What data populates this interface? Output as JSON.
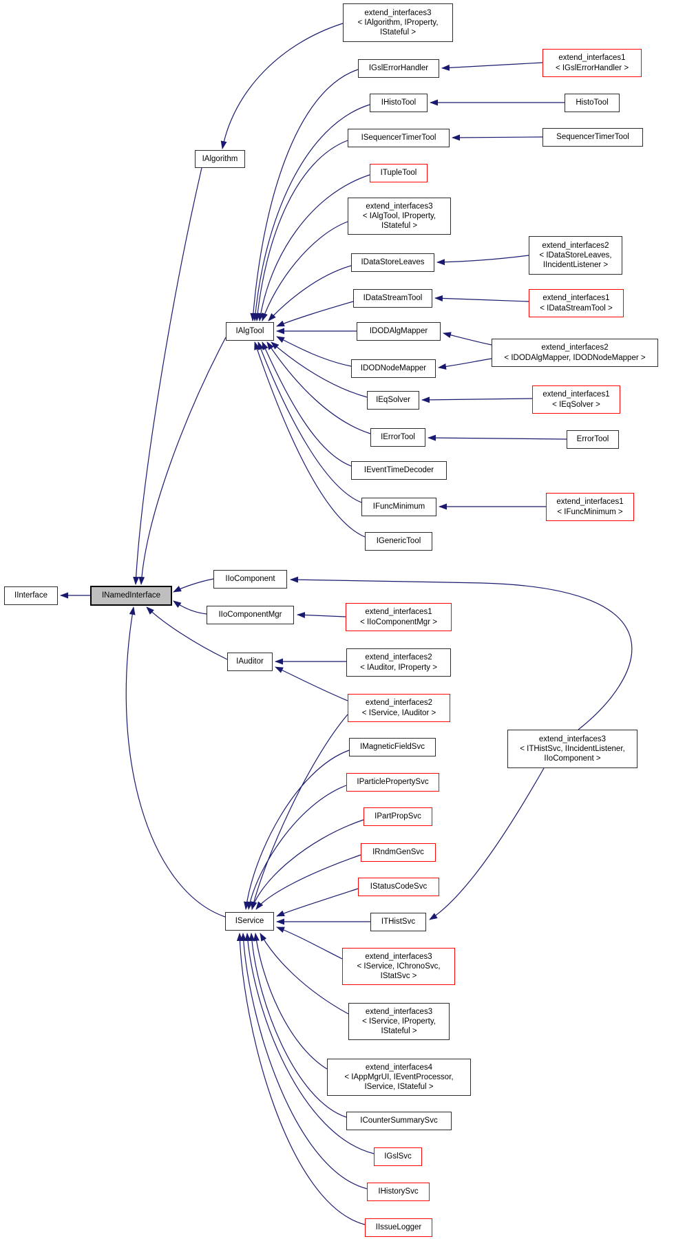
{
  "diagram": {
    "type": "class-inheritance-graph",
    "palette": {
      "edge_color": "#191970",
      "node_border": "#2b2b2b",
      "truncated_node_border": "#ff0000",
      "selected_node_fill": "#bfbfbf",
      "node_fill": "#ffffff",
      "text_color": "#000000"
    },
    "nodes": {
      "IInterface": {
        "label": "IInterface"
      },
      "INamedInterface": {
        "label": "INamedInterface"
      },
      "IAlgorithm": {
        "label": "IAlgorithm"
      },
      "IAlgTool": {
        "label": "IAlgTool"
      },
      "IIoComponent": {
        "label": "IIoComponent"
      },
      "IIoComponentMgr": {
        "label": "IIoComponentMgr"
      },
      "IAuditor": {
        "label": "IAuditor"
      },
      "IService": {
        "label": "IService"
      },
      "ei3_IAlgorithm": {
        "label": "extend_interfaces3\n< IAlgorithm, IProperty,\nIStateful >"
      },
      "IGslErrorHandler": {
        "label": "IGslErrorHandler"
      },
      "IHistoTool": {
        "label": "IHistoTool"
      },
      "ISequencerTimerTool": {
        "label": "ISequencerTimerTool"
      },
      "ITupleTool": {
        "label": "ITupleTool"
      },
      "ei3_IAlgTool": {
        "label": "extend_interfaces3\n< IAlgTool, IProperty,\nIStateful >"
      },
      "IDataStoreLeaves": {
        "label": "IDataStoreLeaves"
      },
      "IDataStreamTool": {
        "label": "IDataStreamTool"
      },
      "IDODAlgMapper": {
        "label": "IDODAlgMapper"
      },
      "IDODNodeMapper": {
        "label": "IDODNodeMapper"
      },
      "IEqSolver": {
        "label": "IEqSolver"
      },
      "IErrorTool": {
        "label": "IErrorTool"
      },
      "IEventTimeDecoder": {
        "label": "IEventTimeDecoder"
      },
      "IFuncMinimum": {
        "label": "IFuncMinimum"
      },
      "IGenericTool": {
        "label": "IGenericTool"
      },
      "ei1_IIoComponentMgr": {
        "label": "extend_interfaces1\n< IIoComponentMgr >"
      },
      "ei2_IAuditor_IProperty": {
        "label": "extend_interfaces2\n< IAuditor, IProperty >"
      },
      "ei2_IService_IAuditor": {
        "label": "extend_interfaces2\n< IService, IAuditor >"
      },
      "IMagneticFieldSvc": {
        "label": "IMagneticFieldSvc"
      },
      "IParticlePropertySvc": {
        "label": "IParticlePropertySvc"
      },
      "IPartPropSvc": {
        "label": "IPartPropSvc"
      },
      "IRndmGenSvc": {
        "label": "IRndmGenSvc"
      },
      "IStatusCodeSvc": {
        "label": "IStatusCodeSvc"
      },
      "ITHistSvc": {
        "label": "ITHistSvc"
      },
      "ei3_ITHistSvc": {
        "label": "extend_interfaces3\n< ITHistSvc, IIncidentListener,\nIIoComponent >"
      },
      "ei3_IService_IChronoSvc": {
        "label": "extend_interfaces3\n< IService, IChronoSvc,\nIStatSvc >"
      },
      "ei3_IService_IProperty": {
        "label": "extend_interfaces3\n< IService, IProperty,\nIStateful >"
      },
      "ei4_IAppMgrUI": {
        "label": "extend_interfaces4\n< IAppMgrUI, IEventProcessor,\nIService, IStateful >"
      },
      "ICounterSummarySvc": {
        "label": "ICounterSummarySvc"
      },
      "IGslSvc": {
        "label": "IGslSvc"
      },
      "IHistorySvc": {
        "label": "IHistorySvc"
      },
      "IIssueLogger": {
        "label": "IIssueLogger"
      },
      "ei1_IGslErrorHandler": {
        "label": "extend_interfaces1\n< IGslErrorHandler >"
      },
      "HistoTool": {
        "label": "HistoTool"
      },
      "SequencerTimerTool": {
        "label": "SequencerTimerTool"
      },
      "ei2_IDataStoreLeaves": {
        "label": "extend_interfaces2\n< IDataStoreLeaves,\nIIncidentListener >"
      },
      "ei1_IDataStreamTool": {
        "label": "extend_interfaces1\n< IDataStreamTool >"
      },
      "ei2_IDODAlgMapper": {
        "label": "extend_interfaces2\n< IDODAlgMapper, IDODNodeMapper >"
      },
      "ei1_IEqSolver": {
        "label": "extend_interfaces1\n< IEqSolver >"
      },
      "ErrorTool": {
        "label": "ErrorTool"
      },
      "ei1_IFuncMinimum": {
        "label": "extend_interfaces1\n< IFuncMinimum >"
      }
    },
    "edges": [
      {
        "from": "INamedInterface",
        "to": "IInterface"
      },
      {
        "from": "IAlgorithm",
        "to": "INamedInterface"
      },
      {
        "from": "IAlgTool",
        "to": "INamedInterface"
      },
      {
        "from": "IIoComponent",
        "to": "INamedInterface"
      },
      {
        "from": "IIoComponentMgr",
        "to": "INamedInterface"
      },
      {
        "from": "IAuditor",
        "to": "INamedInterface"
      },
      {
        "from": "IService",
        "to": "INamedInterface"
      },
      {
        "from": "ei3_IAlgorithm",
        "to": "IAlgorithm"
      },
      {
        "from": "IGslErrorHandler",
        "to": "IAlgTool"
      },
      {
        "from": "IHistoTool",
        "to": "IAlgTool"
      },
      {
        "from": "ISequencerTimerTool",
        "to": "IAlgTool"
      },
      {
        "from": "ITupleTool",
        "to": "IAlgTool"
      },
      {
        "from": "ei3_IAlgTool",
        "to": "IAlgTool"
      },
      {
        "from": "IDataStoreLeaves",
        "to": "IAlgTool"
      },
      {
        "from": "IDataStreamTool",
        "to": "IAlgTool"
      },
      {
        "from": "IDODAlgMapper",
        "to": "IAlgTool"
      },
      {
        "from": "IDODNodeMapper",
        "to": "IAlgTool"
      },
      {
        "from": "IEqSolver",
        "to": "IAlgTool"
      },
      {
        "from": "IErrorTool",
        "to": "IAlgTool"
      },
      {
        "from": "IEventTimeDecoder",
        "to": "IAlgTool"
      },
      {
        "from": "IFuncMinimum",
        "to": "IAlgTool"
      },
      {
        "from": "IGenericTool",
        "to": "IAlgTool"
      },
      {
        "from": "ei1_IGslErrorHandler",
        "to": "IGslErrorHandler"
      },
      {
        "from": "HistoTool",
        "to": "IHistoTool"
      },
      {
        "from": "SequencerTimerTool",
        "to": "ISequencerTimerTool"
      },
      {
        "from": "ei2_IDataStoreLeaves",
        "to": "IDataStoreLeaves"
      },
      {
        "from": "ei1_IDataStreamTool",
        "to": "IDataStreamTool"
      },
      {
        "from": "ei2_IDODAlgMapper",
        "to": "IDODAlgMapper"
      },
      {
        "from": "ei2_IDODAlgMapper",
        "to": "IDODNodeMapper"
      },
      {
        "from": "ei1_IEqSolver",
        "to": "IEqSolver"
      },
      {
        "from": "ErrorTool",
        "to": "IErrorTool"
      },
      {
        "from": "ei1_IFuncMinimum",
        "to": "IFuncMinimum"
      },
      {
        "from": "ei1_IIoComponentMgr",
        "to": "IIoComponentMgr"
      },
      {
        "from": "ei2_IAuditor_IProperty",
        "to": "IAuditor"
      },
      {
        "from": "ei2_IService_IAuditor",
        "to": "IAuditor"
      },
      {
        "from": "ei2_IService_IAuditor",
        "to": "IService"
      },
      {
        "from": "IMagneticFieldSvc",
        "to": "IService"
      },
      {
        "from": "IParticlePropertySvc",
        "to": "IService"
      },
      {
        "from": "IPartPropSvc",
        "to": "IService"
      },
      {
        "from": "IRndmGenSvc",
        "to": "IService"
      },
      {
        "from": "IStatusCodeSvc",
        "to": "IService"
      },
      {
        "from": "ITHistSvc",
        "to": "IService"
      },
      {
        "from": "ei3_IService_IChronoSvc",
        "to": "IService"
      },
      {
        "from": "ei3_IService_IProperty",
        "to": "IService"
      },
      {
        "from": "ei4_IAppMgrUI",
        "to": "IService"
      },
      {
        "from": "ICounterSummarySvc",
        "to": "IService"
      },
      {
        "from": "IGslSvc",
        "to": "IService"
      },
      {
        "from": "IHistorySvc",
        "to": "IService"
      },
      {
        "from": "IIssueLogger",
        "to": "IService"
      },
      {
        "from": "ei3_ITHistSvc",
        "to": "ITHistSvc"
      },
      {
        "from": "ei3_ITHistSvc",
        "to": "IIoComponent"
      }
    ]
  }
}
